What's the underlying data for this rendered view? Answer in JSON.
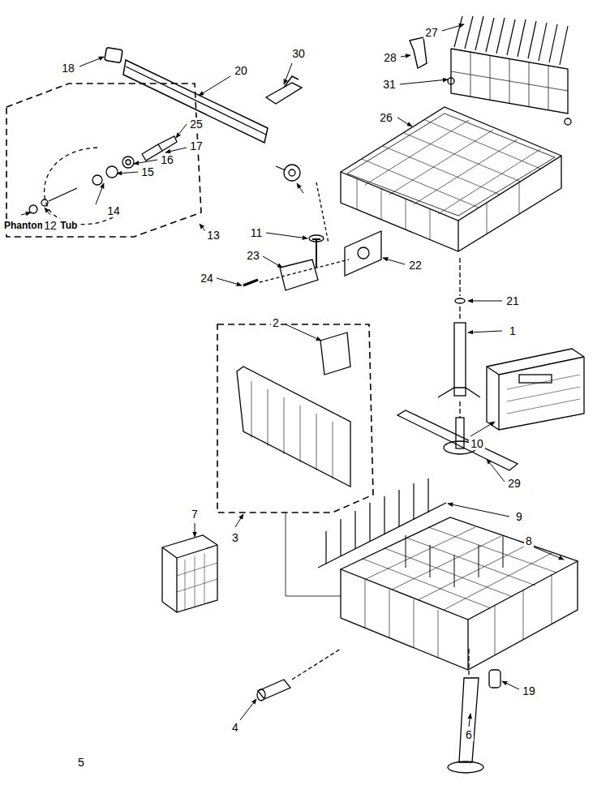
{
  "diagram": {
    "labels": [
      "27",
      "18",
      "30",
      "20",
      "28",
      "31",
      "26",
      "25",
      "17",
      "16",
      "15",
      "14",
      "Phantom of Tub",
      "12",
      "13",
      "11",
      "23",
      "22",
      "24",
      "21",
      "1",
      "2",
      "10",
      "29",
      "3",
      "9",
      "8",
      "7",
      "19",
      "4",
      "6",
      "5"
    ]
  }
}
